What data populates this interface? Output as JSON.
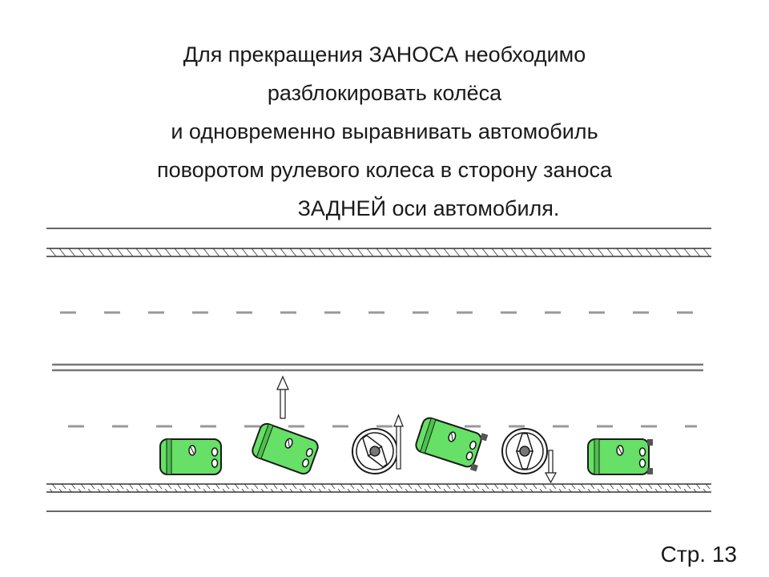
{
  "slide": {
    "title_lines": [
      "Для прекращения ЗАНОСА необходимо",
      "разблокировать колёса",
      "и одновременно выравнивать автомобиль",
      "поворотом рулевого колеса в сторону заноса",
      "ЗАДНЕЙ оси автомобиля."
    ],
    "page_label": "Стр. 13"
  },
  "colors": {
    "car_body": "#66e066",
    "car_outline": "#1a1a1a",
    "road_line": "#333333",
    "wheel_rim": "#e6e6e6",
    "arrow": "#ffffff"
  },
  "diagram": {
    "cars": [
      {
        "name": "car-1",
        "angle": 0
      },
      {
        "name": "car-2",
        "angle": 20
      },
      {
        "name": "car-3",
        "angle": 18
      },
      {
        "name": "car-4",
        "angle": 0
      }
    ],
    "steering_wheels": [
      {
        "name": "steering-wheel-1",
        "angle": -35,
        "arrow": "up"
      },
      {
        "name": "steering-wheel-2",
        "angle": 0,
        "arrow": "down"
      }
    ]
  }
}
